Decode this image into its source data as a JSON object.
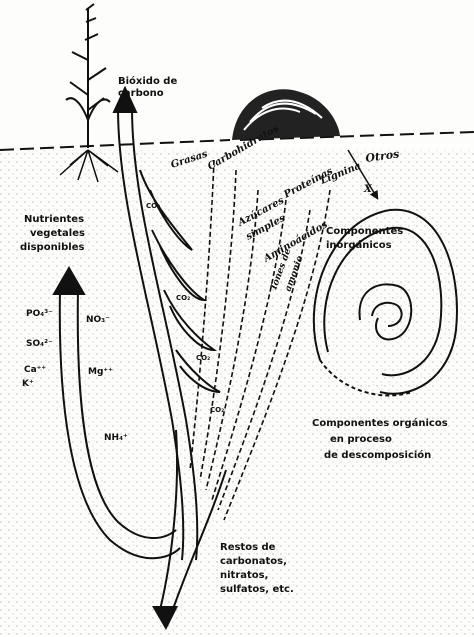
{
  "labels": {
    "co2_title": "Bióxido de carbono",
    "nutrients_title": "Nutrientes vegetales disponibles",
    "fats": "Grasas",
    "carbohydrates": "Carbohidratos",
    "sugars": "Azúcares simples",
    "proteins": "Proteínas",
    "lignin": "Lignina",
    "aminoacids": "Aminoácidos",
    "ammonium_ions": "Iones de amonio",
    "others": "Otros",
    "inorganic": "Componentes inorgánicos",
    "organic_decomp": "Componentes orgánicos en proceso de descomposición",
    "residues": "Restos de carbonatos, nitratos, sulfatos, etc."
  },
  "lines": {
    "co2_1": "Bióxido de",
    "co2_2": "carbono",
    "nut_1": "Nutrientes",
    "nut_2": "vegetales",
    "nut_3": "disponibles",
    "sug_1": "Azúcares",
    "sug_2": "simples",
    "amm_1": "Iones de",
    "amm_2": "amonio",
    "inorg_1": "Componentes",
    "inorg_2": "inorgánicos",
    "org_1": "Componentes orgánicos",
    "org_2": "en proceso",
    "org_3": "de descomposición",
    "res_1": "Restos de",
    "res_2": "carbonatos,",
    "res_3": "nitratos,",
    "res_4": "sulfatos, etc."
  },
  "chem": {
    "po4": "PO₄³⁻",
    "no3": "NO₃⁻",
    "so4": "SO₄²⁻",
    "ca": "Ca⁺⁺",
    "k": "K⁺",
    "mg": "Mg⁺⁺",
    "nh4": "NH₄⁺",
    "co2": "CO₂",
    "x": "X"
  }
}
